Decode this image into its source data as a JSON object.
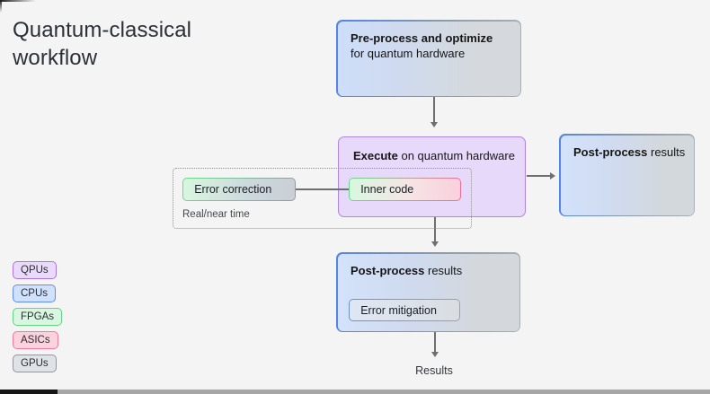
{
  "page": {
    "title_line1": "Quantum-classical",
    "title_line2": "workflow"
  },
  "diagram": {
    "preprocess": {
      "bold": "Pre-process and optimize",
      "rest": "for quantum hardware"
    },
    "execute": {
      "bold": "Execute",
      "rest": " on quantum hardware"
    },
    "inner_code_label": "Inner code",
    "error_correction_label": "Error correction",
    "realtime_note": "Real/near time",
    "postprocess_right": {
      "bold": "Post-process",
      "rest": " results"
    },
    "postprocess_bottom": {
      "bold": "Post-process",
      "rest": " results"
    },
    "error_mitigation_label": "Error mitigation",
    "results_label": "Results"
  },
  "legend": {
    "items": [
      {
        "label": "QPUs",
        "bg": "#e8daf8",
        "border": "#ab74e3"
      },
      {
        "label": "CPUs",
        "bg": "#d0e1fd",
        "border": "#5d8df2"
      },
      {
        "label": "FPGAs",
        "bg": "#d9f7e0",
        "border": "#63d384"
      },
      {
        "label": "ASICs",
        "bg": "#fbd2de",
        "border": "#f2799f"
      },
      {
        "label": "GPUs",
        "bg": "#dfe2e6",
        "border": "#90969c"
      }
    ]
  },
  "colors": {
    "background": "#f4f4f4",
    "execute_fill": "#e6d9f9",
    "execute_border": "#b184e7",
    "blue_gray_fill_start": "#d3e2fa",
    "blue_gray_fill_end": "#d4d8dc",
    "blue_border_start": "#5484e6",
    "gray_border_end": "#a7aeb5",
    "green_start": "#d8f7df",
    "pink_end": "#fad0dc",
    "arrow": "#6f6f6f",
    "text": "#161616",
    "progress_played": "#161616",
    "progress_remaining": "#a6a6a6"
  }
}
